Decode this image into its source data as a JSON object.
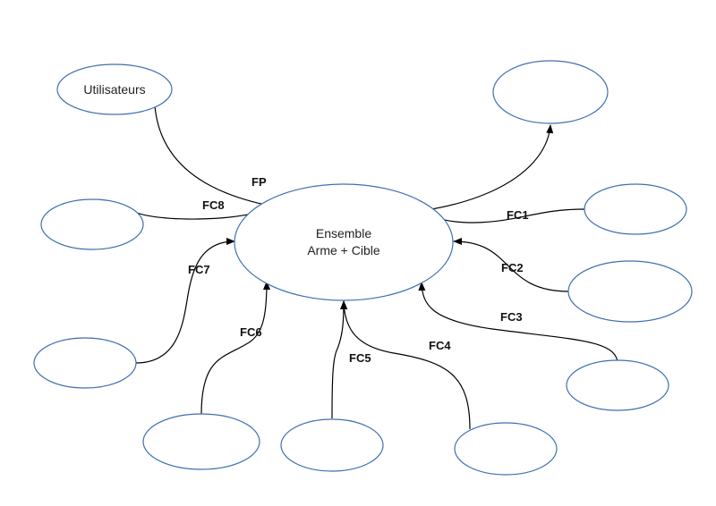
{
  "diagram": {
    "type": "pieuvre",
    "center": {
      "id": "center",
      "lines": [
        "Ensemble",
        "Arme + Cible"
      ]
    },
    "nodes": [
      {
        "id": "utilisateurs",
        "label": "Utilisateurs"
      },
      {
        "id": "n-top-right",
        "label": ""
      },
      {
        "id": "n-fc8",
        "label": ""
      },
      {
        "id": "n-fc1",
        "label": ""
      },
      {
        "id": "n-fc2",
        "label": ""
      },
      {
        "id": "n-fc7",
        "label": ""
      },
      {
        "id": "n-fc3",
        "label": ""
      },
      {
        "id": "n-fc6",
        "label": ""
      },
      {
        "id": "n-fc5",
        "label": ""
      },
      {
        "id": "n-fc4",
        "label": ""
      }
    ],
    "edges": [
      {
        "id": "FP",
        "label": "FP",
        "from": "utilisateurs",
        "to": "n-top-right",
        "via": "center"
      },
      {
        "id": "FC1",
        "label": "FC1",
        "from": "n-fc1",
        "to": "center"
      },
      {
        "id": "FC2",
        "label": "FC2",
        "from": "n-fc2",
        "to": "center"
      },
      {
        "id": "FC3",
        "label": "FC3",
        "from": "n-fc3",
        "to": "center"
      },
      {
        "id": "FC4",
        "label": "FC4",
        "from": "n-fc4",
        "to": "center"
      },
      {
        "id": "FC5",
        "label": "FC5",
        "from": "n-fc5",
        "to": "center"
      },
      {
        "id": "FC6",
        "label": "FC6",
        "from": "n-fc6",
        "to": "center"
      },
      {
        "id": "FC7",
        "label": "FC7",
        "from": "n-fc7",
        "to": "center"
      },
      {
        "id": "FC8",
        "label": "FC8",
        "from": "n-fc8",
        "to": "center"
      }
    ]
  },
  "colors": {
    "node_stroke": "#3f6fb0",
    "edge": "#000000"
  }
}
